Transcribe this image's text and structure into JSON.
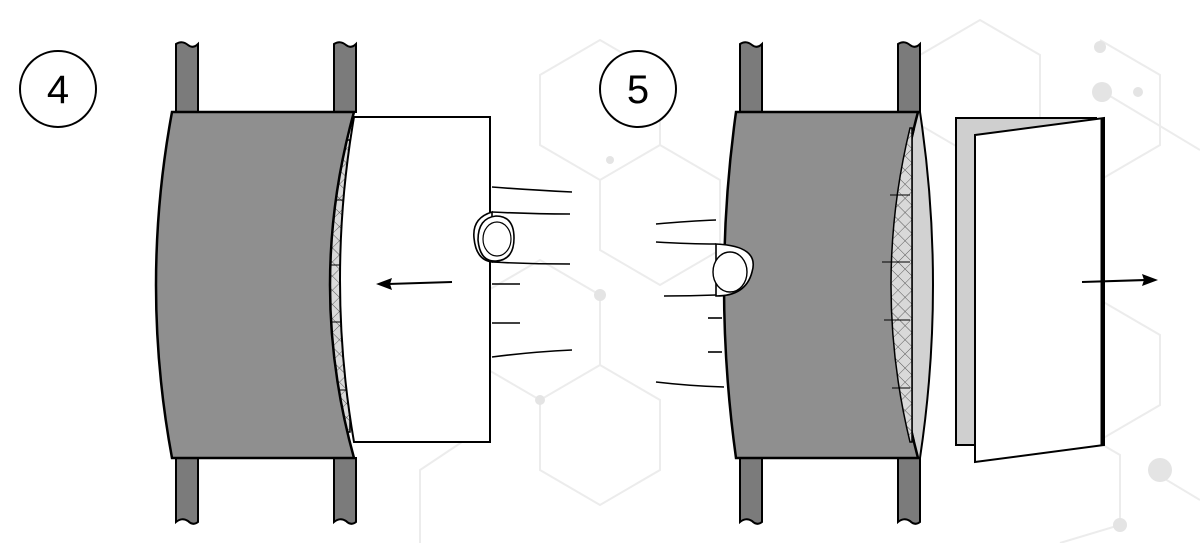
{
  "steps": [
    {
      "number": "4",
      "action": "push-in",
      "arrow": "left"
    },
    {
      "number": "5",
      "action": "pull-out",
      "arrow": "right"
    }
  ],
  "colors": {
    "wall_gray": "#8f8f8f",
    "pipe_gray": "#777777",
    "insert_white": "#ffffff",
    "mesh_light": "#d6d6d6",
    "mesh_line": "#555555",
    "outline": "#000000",
    "backdrop_lines": "#ececec"
  },
  "icons": [
    "step-badge",
    "hand-finger",
    "direction-arrow",
    "mesh-pattern",
    "hex-network-background"
  ]
}
